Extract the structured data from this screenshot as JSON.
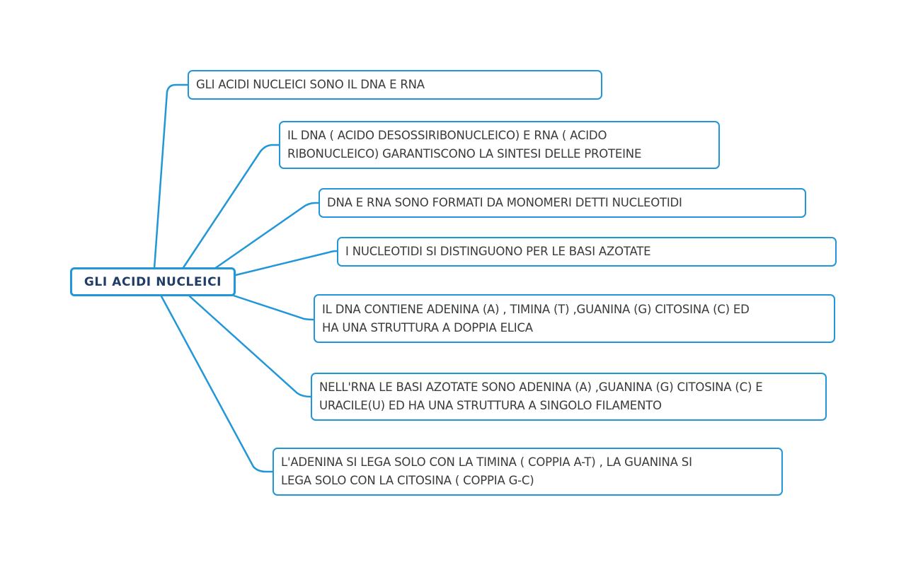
{
  "mindmap": {
    "root_label": "GLI ACIDI NUCLEICI",
    "branches": [
      {
        "text": "GLI ACIDI NUCLEICI SONO IL DNA E RNA"
      },
      {
        "text": "IL DNA ( ACIDO DESOSSIRIBONUCLEICO) E RNA ( ACIDO\nRIBONUCLEICO)  GARANTISCONO LA SINTESI DELLE PROTEINE"
      },
      {
        "text": "DNA E RNA SONO FORMATI DA MONOMERI DETTI NUCLEOTIDI"
      },
      {
        "text": "I NUCLEOTIDI SI DISTINGUONO PER LE BASI AZOTATE"
      },
      {
        "text": "IL DNA CONTIENE ADENINA (A) , TIMINA (T) ,GUANINA (G) CITOSINA (C) ED\nHA UNA STRUTTURA A DOPPIA ELICA"
      },
      {
        "text": "NELL'RNA LE BASI AZOTATE SONO ADENINA (A) ,GUANINA (G) CITOSINA (C) E\nURACILE(U) ED HA UNA STRUTTURA A  SINGOLO FILAMENTO"
      },
      {
        "text": "L'ADENINA SI LEGA SOLO CON LA TIMINA  ( COPPIA A-T) , LA GUANINA SI\nLEGA SOLO CON LA CITOSINA ( COPPIA G-C)"
      }
    ]
  },
  "colors": {
    "connector": "#2196d8",
    "node_border": "#2196d8",
    "root_text": "#1f3d66",
    "node_text": "#3a3a3a"
  }
}
